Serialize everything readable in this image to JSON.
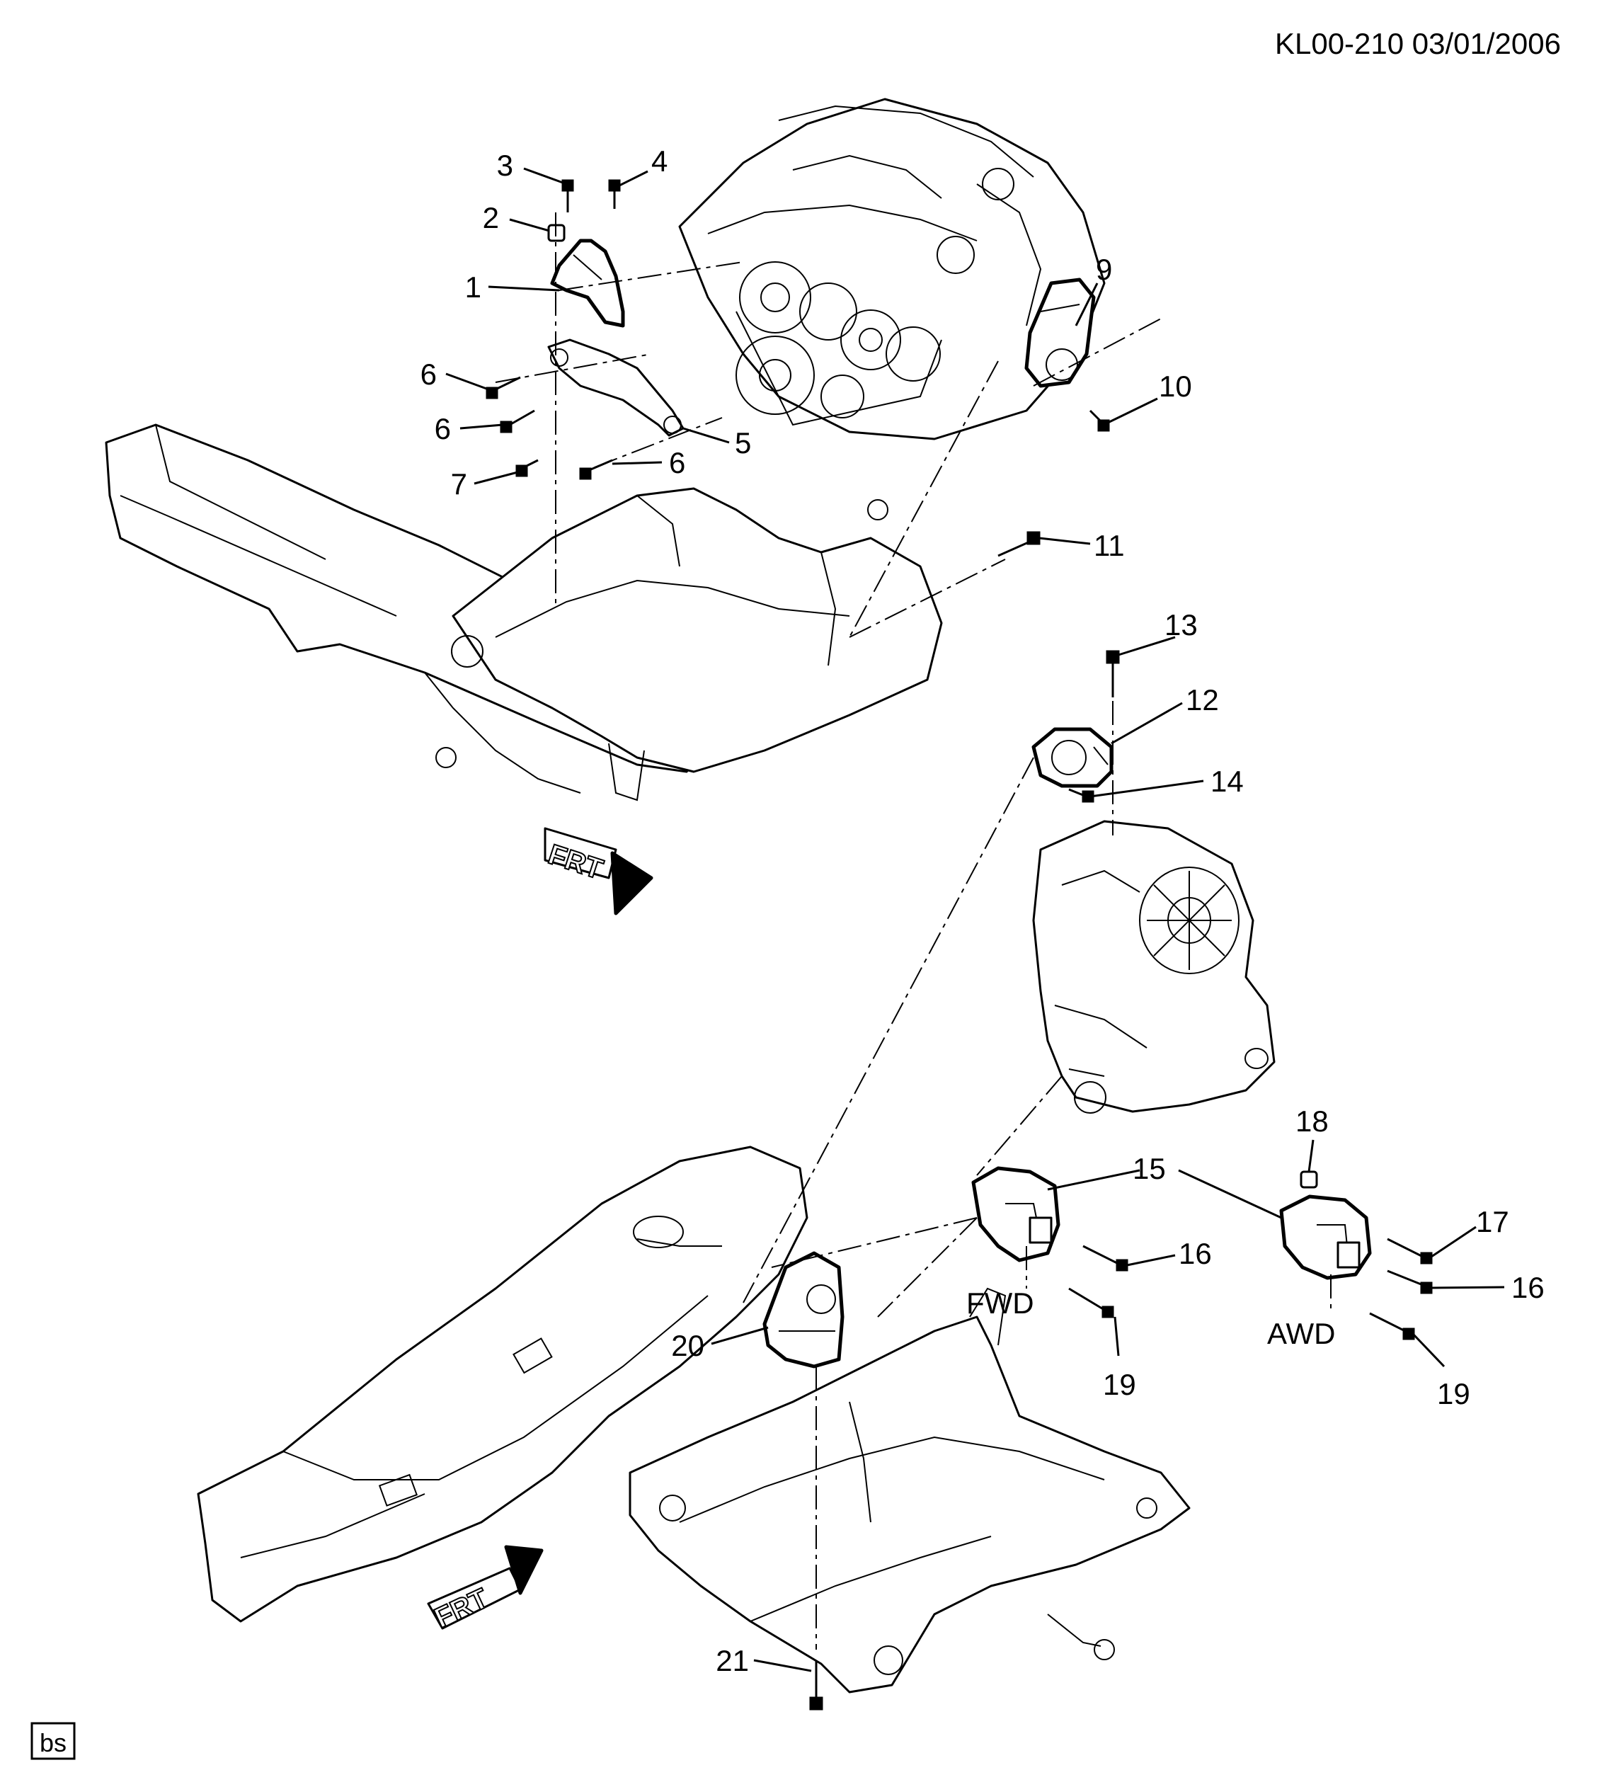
{
  "header": {
    "ref": "KL00-210  03/01/2006"
  },
  "callouts": {
    "c1": "1",
    "c2": "2",
    "c3": "3",
    "c4": "4",
    "c5": "5",
    "c6a": "6",
    "c6b": "6",
    "c6c": "6",
    "c7": "7",
    "c9": "9",
    "c10": "10",
    "c11": "11",
    "c12": "12",
    "c13": "13",
    "c14": "14",
    "c15": "15",
    "c16a": "16",
    "c16b": "16",
    "c17": "17",
    "c18": "18",
    "c19a": "19",
    "c19b": "19",
    "c20": "20",
    "c21": "21"
  },
  "variants": {
    "fwd": "FWD",
    "awd": "AWD"
  },
  "direction": {
    "top": "FRT",
    "bottom": "FRT"
  },
  "footer": {
    "code": "bs"
  }
}
